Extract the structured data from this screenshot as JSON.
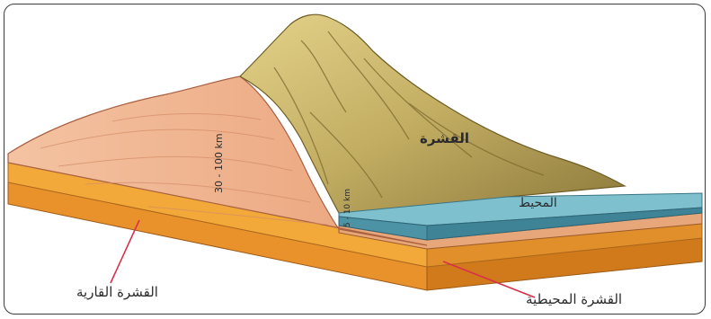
{
  "diagram": {
    "labels": {
      "continental_crust": "القشرة القارية",
      "oceanic_crust": "القشرة المحيطية",
      "mountain": "القشرة",
      "ocean": "المحيط",
      "continental_thickness": "30 - 100 km",
      "oceanic_thickness": "5 - 10 km"
    },
    "colors": {
      "continental_crust": "#efb48d",
      "mantle": "#f2a93a",
      "mountain_rock": "#c8b46a",
      "ocean_water": "#5aa3b5",
      "pointer_line": "#d8304a",
      "frame_border": "#3c3c3c"
    }
  }
}
